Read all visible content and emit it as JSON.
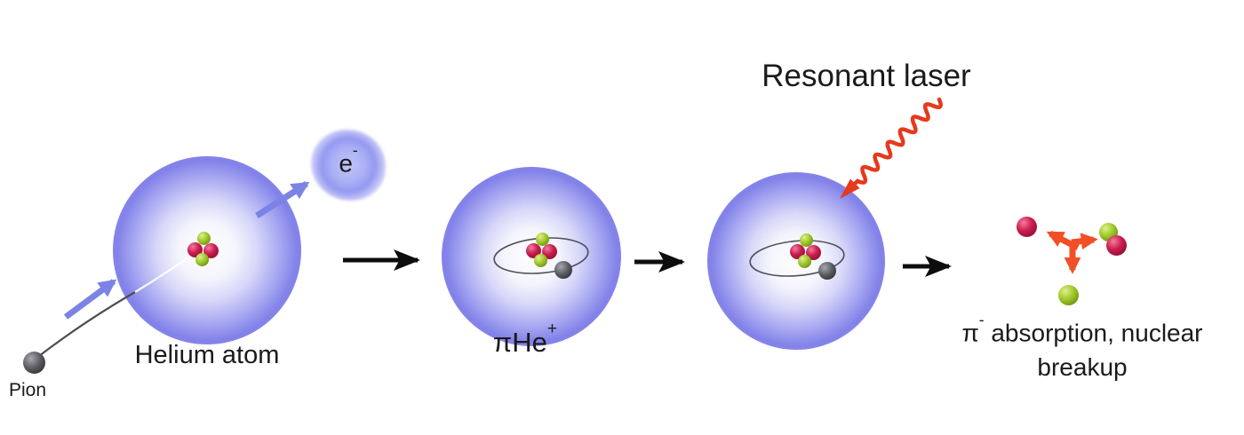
{
  "colors": {
    "background": "#ffffff",
    "glow_blue": "#7c7ce8",
    "arrow_blue": "#7b83e6",
    "arrow_black": "#0d0d0d",
    "laser_red": "#e6391d",
    "breakup_orange": "#f14f26",
    "proton_red": "#cc1c50",
    "neutron_green": "#9cc627",
    "pion_gray": "#55555c",
    "text": "#1a1a1a"
  },
  "stage1": {
    "pion_label": "Pion",
    "atom_label": "Helium atom",
    "electron": {
      "base": "e",
      "sup": "-"
    }
  },
  "stage2": {
    "label": {
      "base": "πHe",
      "sup": "+"
    }
  },
  "stage3": {
    "laser_label": "Resonant laser"
  },
  "stage4": {
    "caption": {
      "pi": "π",
      "sup": "-",
      "rest": " absorption, nuclear",
      "line2": "breakup"
    }
  }
}
